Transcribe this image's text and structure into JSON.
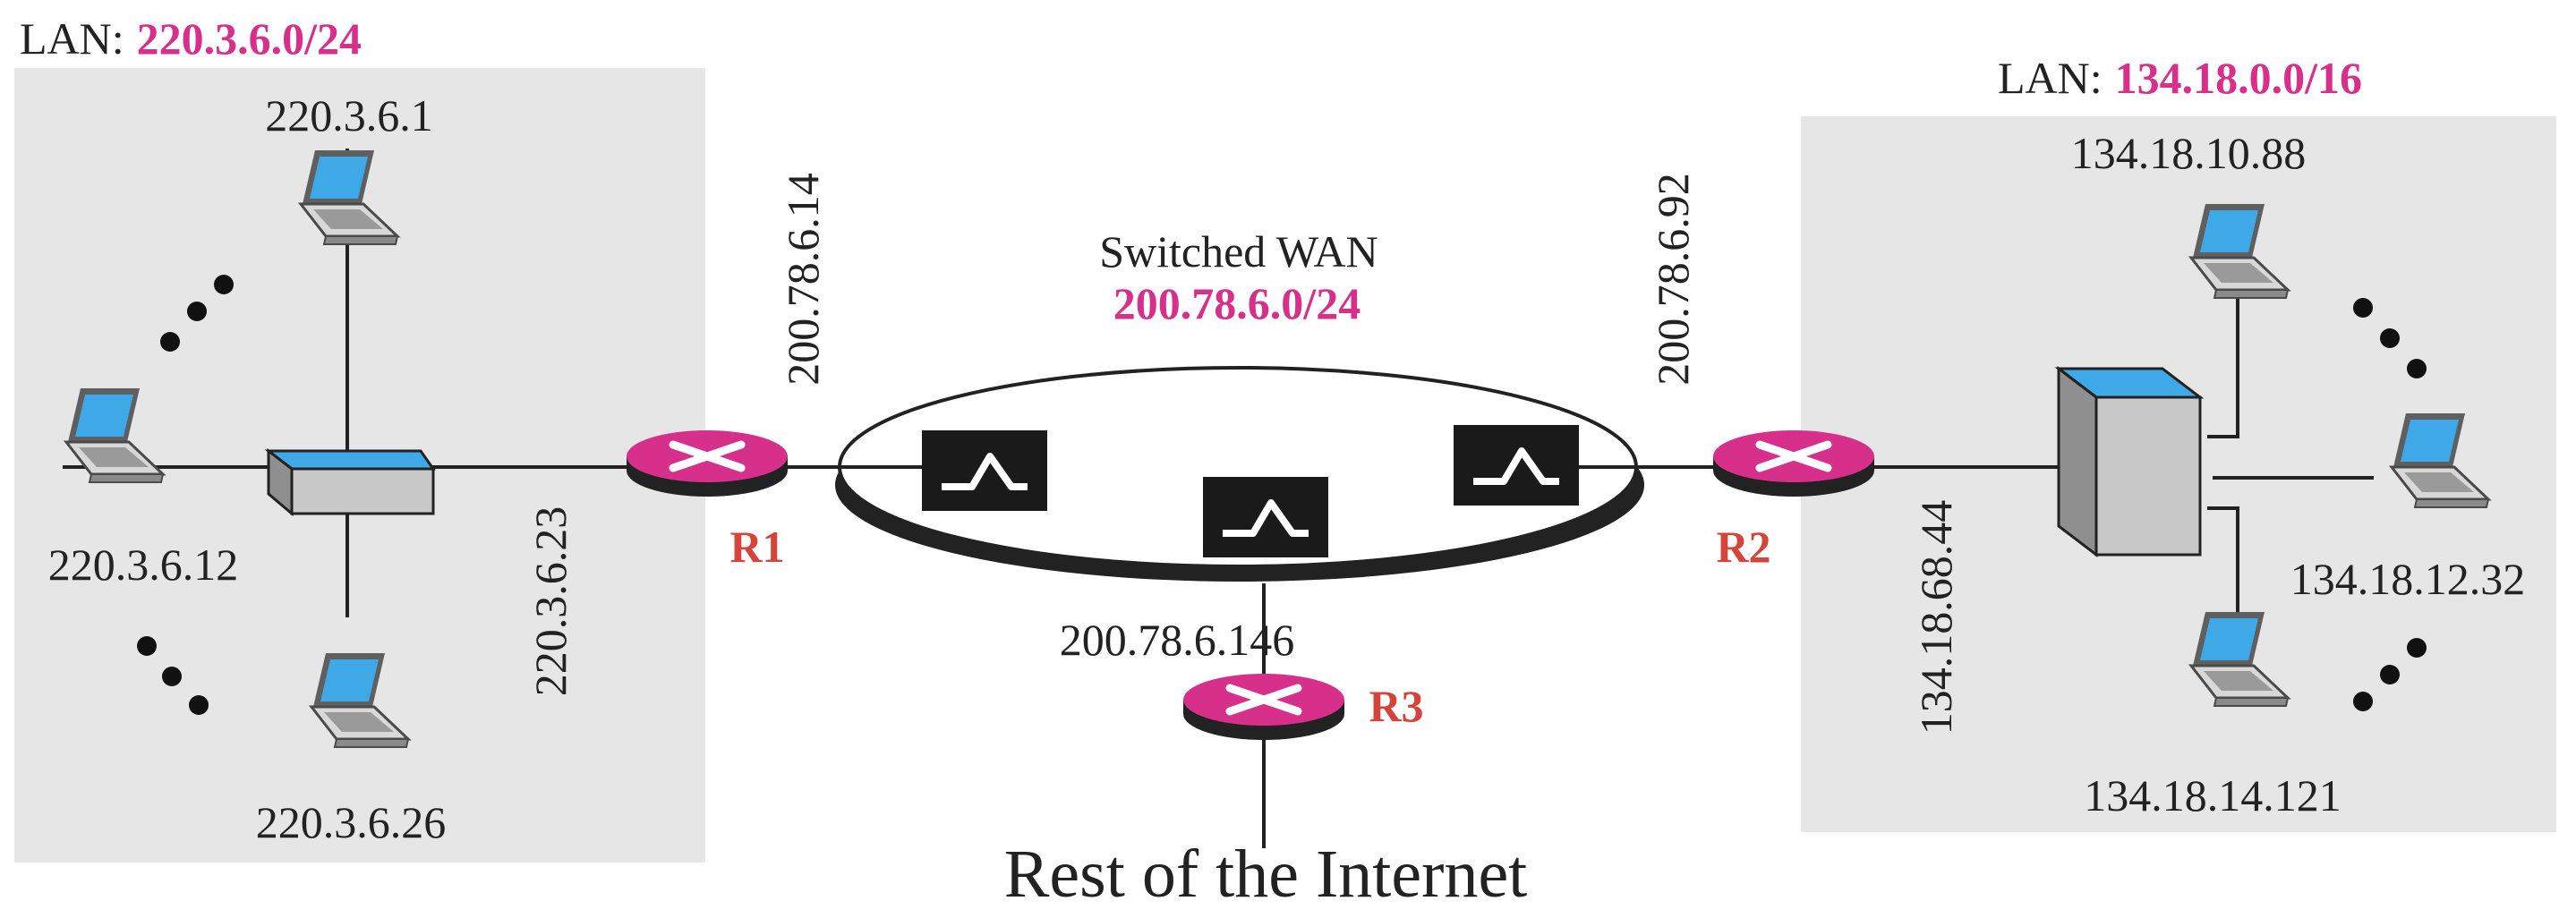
{
  "left_lan": {
    "prefix": "LAN:",
    "network": "220.3.6.0/24",
    "hosts": [
      "220.3.6.1",
      "220.3.6.12",
      "220.3.6.26"
    ],
    "router_link_address": "220.3.6.23"
  },
  "right_lan": {
    "prefix": "LAN:",
    "network": "134.18.0.0/16",
    "hosts": [
      "134.18.10.88",
      "134.18.12.32",
      "134.18.14.121"
    ],
    "router_link_address": "134.18.68.44"
  },
  "wan": {
    "title": "Switched WAN",
    "network": "200.78.6.0/24",
    "r1_address": "200.78.6.14",
    "r2_address": "200.78.6.92",
    "r3_address": "200.78.6.146"
  },
  "routers": {
    "r1": "R1",
    "r2": "R2",
    "r3": "R3"
  },
  "internet_label": "Rest of the Internet",
  "colors": {
    "lan_background": "#e6e6e6",
    "router_pink": "#d6308b",
    "router_label": "#d4443a",
    "network_label": "#d6308b",
    "laptop_screen": "#3fa8e6",
    "switch_top": "#3fa8e6"
  },
  "icons": {
    "host": "laptop-icon",
    "hub": "hub-icon",
    "server": "server-icon",
    "router": "router-icon",
    "wan_switch": "wan-switch-icon"
  }
}
